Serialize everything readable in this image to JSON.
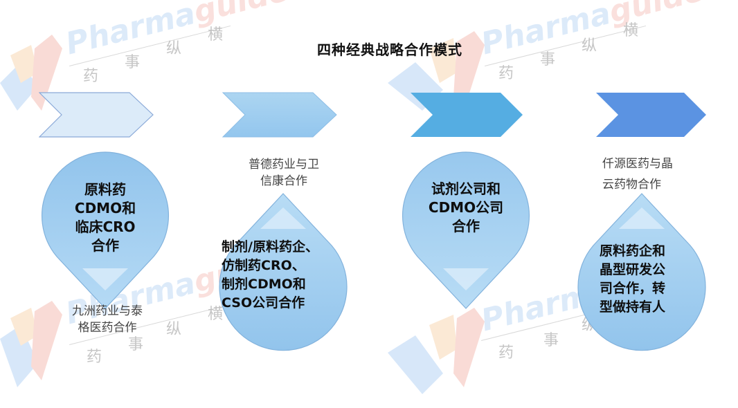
{
  "title": "四种经典战略合作模式",
  "watermark": {
    "brand_part1": "Pharma",
    "brand_part2": "guide",
    "chars": [
      "药",
      "事",
      "纵",
      "横"
    ]
  },
  "colors": {
    "chevron_1": "#dcebf9",
    "chevron_2": "#9ccbef",
    "chevron_3": "#55ade2",
    "chevron_4": "#5b93e2",
    "drop_fill": "#a6d0f2",
    "drop_stroke": "#7fb0dc",
    "caption_text": "#444444"
  },
  "stages": [
    {
      "mode_lines": [
        "原料药",
        "CDMO和",
        "临床CRO",
        "合作"
      ],
      "mode": "原料药CDMO和临床CRO合作",
      "example_lines": [
        "九洲药业与泰",
        "格医药合作"
      ],
      "example": "九洲药业与泰格医药合作",
      "drop_direction": "down"
    },
    {
      "mode_lines": [
        "制剂/原料药企、",
        "仿制药CRO、",
        "制剂CDMO和",
        "CSO公司合作"
      ],
      "mode": "制剂/原料药企、仿制药CRO、制剂CDMO和CSO公司合作",
      "example_lines": [
        "普德药业与卫",
        "信康合作"
      ],
      "example": "普德药业与卫信康合作",
      "drop_direction": "up"
    },
    {
      "mode_lines": [
        "试剂公司和",
        "CDMO公司",
        "合作"
      ],
      "mode": "试剂公司和CDMO公司合作",
      "example_lines": [],
      "example": "",
      "drop_direction": "down"
    },
    {
      "mode_lines": [
        "原料药企和",
        "晶型研发公",
        "司合作，转",
        "型做持有人"
      ],
      "mode": "原料药企和晶型研发公司合作，转型做持有人",
      "example_lines": [
        "仟源医药与晶",
        "云药物合作"
      ],
      "example": "仟源医药与晶云药物合作",
      "drop_direction": "up"
    }
  ]
}
